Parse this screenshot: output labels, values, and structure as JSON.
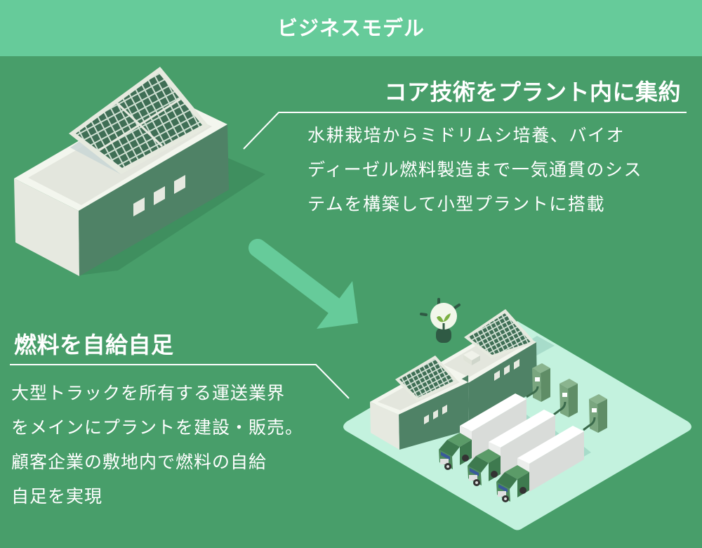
{
  "header": {
    "title": "ビジネスモデル"
  },
  "core_tech": {
    "title": "コア技術をプラント内に集約",
    "lines": [
      "水耕栽培からミドリムシ培養、バイオ",
      "ディーゼル燃料製造まで一気通貫のシス",
      "テムを構築して小型プラントに搭載"
    ]
  },
  "self_sufficiency": {
    "title": "燃料を自給自足",
    "lines": [
      "大型トラックを所有する運送業界",
      "をメインにプラントを建設・販売。",
      "顧客企業の敷地内で燃料の自給",
      "自足を実現"
    ]
  },
  "colors": {
    "background": "#489e6a",
    "header": "#66cb9a",
    "arrow": "#66cb9a",
    "ground": "#c3f2de",
    "building_light": "#e6e9e0",
    "building_dark": "#4f8266",
    "panel": "#3f6e55"
  },
  "icons": {
    "plant_building": "solar-plant-building-illustration",
    "flow_arrow": "arrow-down-right-icon",
    "lightbulb": "lightbulb-sprout-icon",
    "trucks": "truck-icon",
    "charger": "fuel-station-icon"
  }
}
